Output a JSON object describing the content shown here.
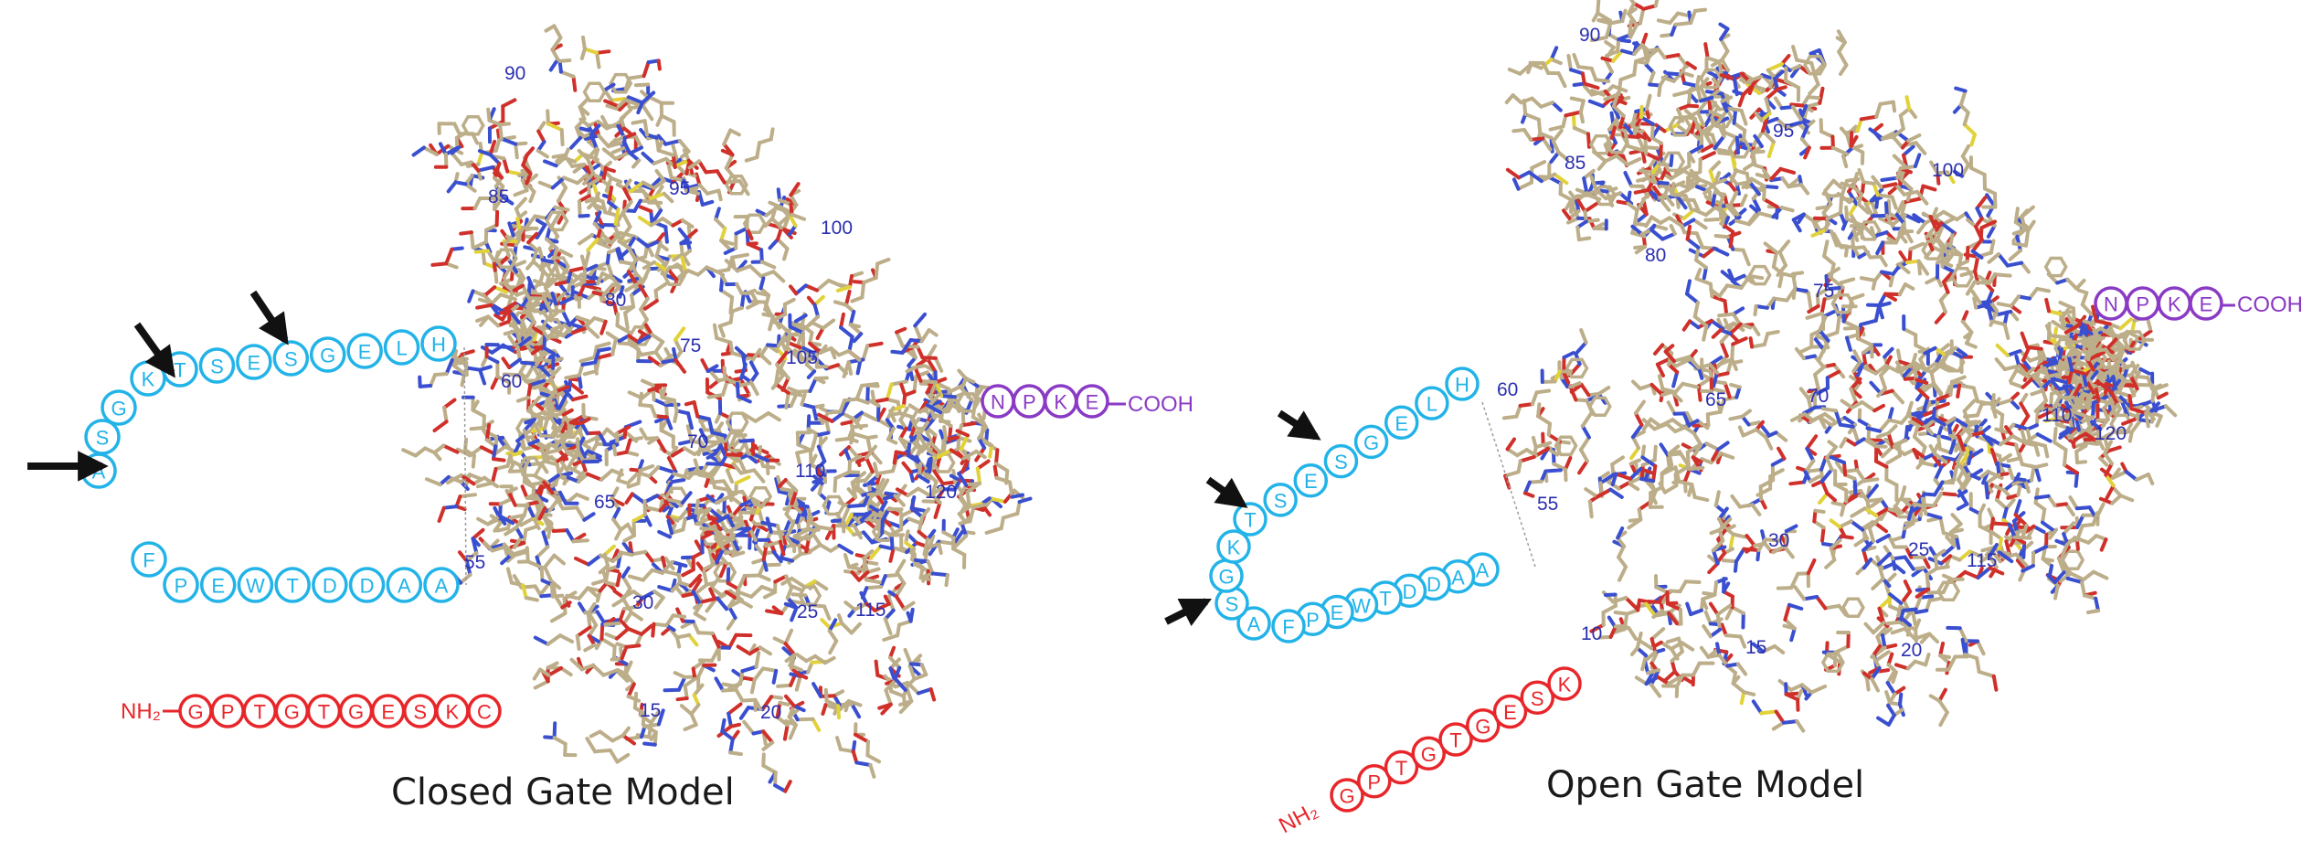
{
  "colors": {
    "loop": "#22b3e8",
    "n_term": "#e8262a",
    "c_term": "#8a3ac4",
    "label_blue": "#2b2fb0",
    "carbon": "#bdae8a",
    "nitrogen": "#3a4fd0",
    "oxygen": "#d0302a",
    "sulfur": "#e2d23a",
    "arrow": "#111111"
  },
  "closed": {
    "title": "Closed Gate Model",
    "n_terminus": {
      "prefix": "NH₂",
      "residues": [
        "G",
        "P",
        "T",
        "G",
        "T",
        "G",
        "E",
        "S",
        "K",
        "C"
      ]
    },
    "loop_residues": [
      "A",
      "A",
      "D",
      "D",
      "T",
      "W",
      "E",
      "P",
      "F",
      "A",
      "S",
      "G",
      "K",
      "T",
      "S",
      "E",
      "S",
      "G",
      "E",
      "L",
      "H"
    ],
    "c_terminus": {
      "residues": [
        "N",
        "P",
        "K",
        "E"
      ],
      "suffix": "COOH"
    },
    "position_labels": [
      "90",
      "85",
      "95",
      "100",
      "80",
      "60",
      "75",
      "105",
      "70",
      "110",
      "65",
      "120",
      "55",
      "30",
      "25",
      "115",
      "15",
      "20"
    ]
  },
  "open": {
    "title": "Open Gate Model",
    "n_terminus": {
      "prefix": "NH₂",
      "residues": [
        "G",
        "P",
        "T",
        "G",
        "T",
        "G",
        "E",
        "S",
        "K"
      ]
    },
    "loop_residues": [
      "A",
      "A",
      "D",
      "D",
      "T",
      "W",
      "E",
      "P",
      "F",
      "A",
      "S",
      "G",
      "K",
      "T",
      "S",
      "E",
      "S",
      "G",
      "E",
      "L",
      "H"
    ],
    "c_terminus": {
      "residues": [
        "N",
        "P",
        "K",
        "E"
      ],
      "suffix": "COOH"
    },
    "position_labels": [
      "90",
      "85",
      "95",
      "100",
      "80",
      "75",
      "60",
      "65",
      "70",
      "110",
      "120",
      "55",
      "30",
      "25",
      "115",
      "10",
      "15",
      "20"
    ]
  },
  "icons": [
    "arrow-icon"
  ]
}
